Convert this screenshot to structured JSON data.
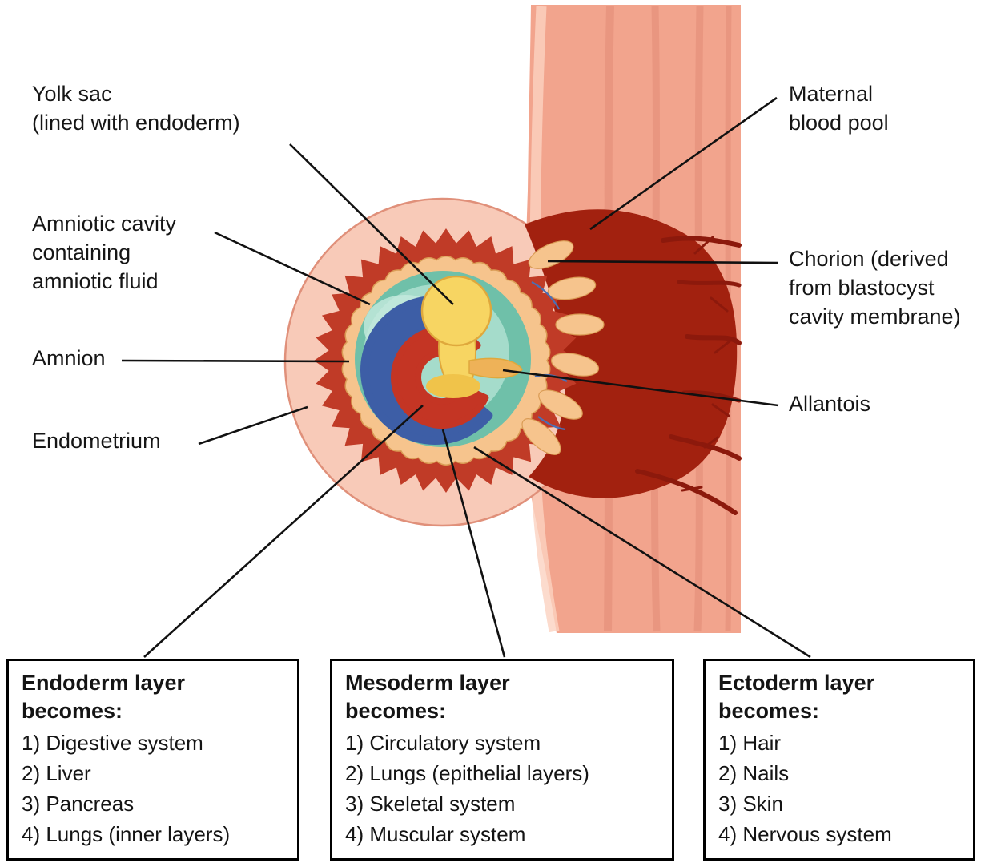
{
  "figure": {
    "labels": {
      "yolk_sac": "Yolk sac\n(lined with endoderm)",
      "amniotic_cavity": "Amniotic cavity\ncontaining\namniotic fluid",
      "amnion": "Amnion",
      "endometrium": "Endometrium",
      "maternal_blood_pool": "Maternal\nblood pool",
      "chorion": "Chorion (derived\nfrom blastocyst\ncavity membrane)",
      "allantois": "Allantois"
    },
    "boxes": [
      {
        "title": "Endoderm layer\nbecomes:",
        "items": [
          "1) Digestive system",
          "2) Liver",
          "3) Pancreas",
          "4) Lungs (inner layers)"
        ]
      },
      {
        "title": "Mesoderm layer\nbecomes:",
        "items": [
          "1) Circulatory system",
          "2) Lungs (epithelial layers)",
          "3) Skeletal system",
          "4) Muscular system"
        ]
      },
      {
        "title": "Ectoderm layer\nbecomes:",
        "items": [
          "1) Hair",
          "2) Nails",
          "3) Skin",
          "4) Nervous system"
        ]
      }
    ],
    "colors": {
      "wall": "#f2a48d",
      "wall_streak": "#e28b76",
      "wall_light": "#fbd2c1",
      "bulge": "#f8cab8",
      "bulge_stroke": "#e0907a",
      "pool": "#a2210f",
      "vessel": "#8c190c",
      "chorion_ring": "#c03b27",
      "villi": "#f6c48d",
      "villi_stroke": "#da9c55",
      "teal": "#6fc0a9",
      "teal_light": "#a5dccb",
      "teal_highlight": "#c6eadd",
      "ectoderm_blue": "#3d5ea6",
      "mesoderm_red": "#c43524",
      "yolk": "#f7d562",
      "yolk_stroke": "#dfa83c",
      "yolk_deep": "#f0c34a",
      "allantois_fill": "#eeb258",
      "micro_vessel": "#4a6fb5",
      "leader_line": "#111111"
    }
  }
}
